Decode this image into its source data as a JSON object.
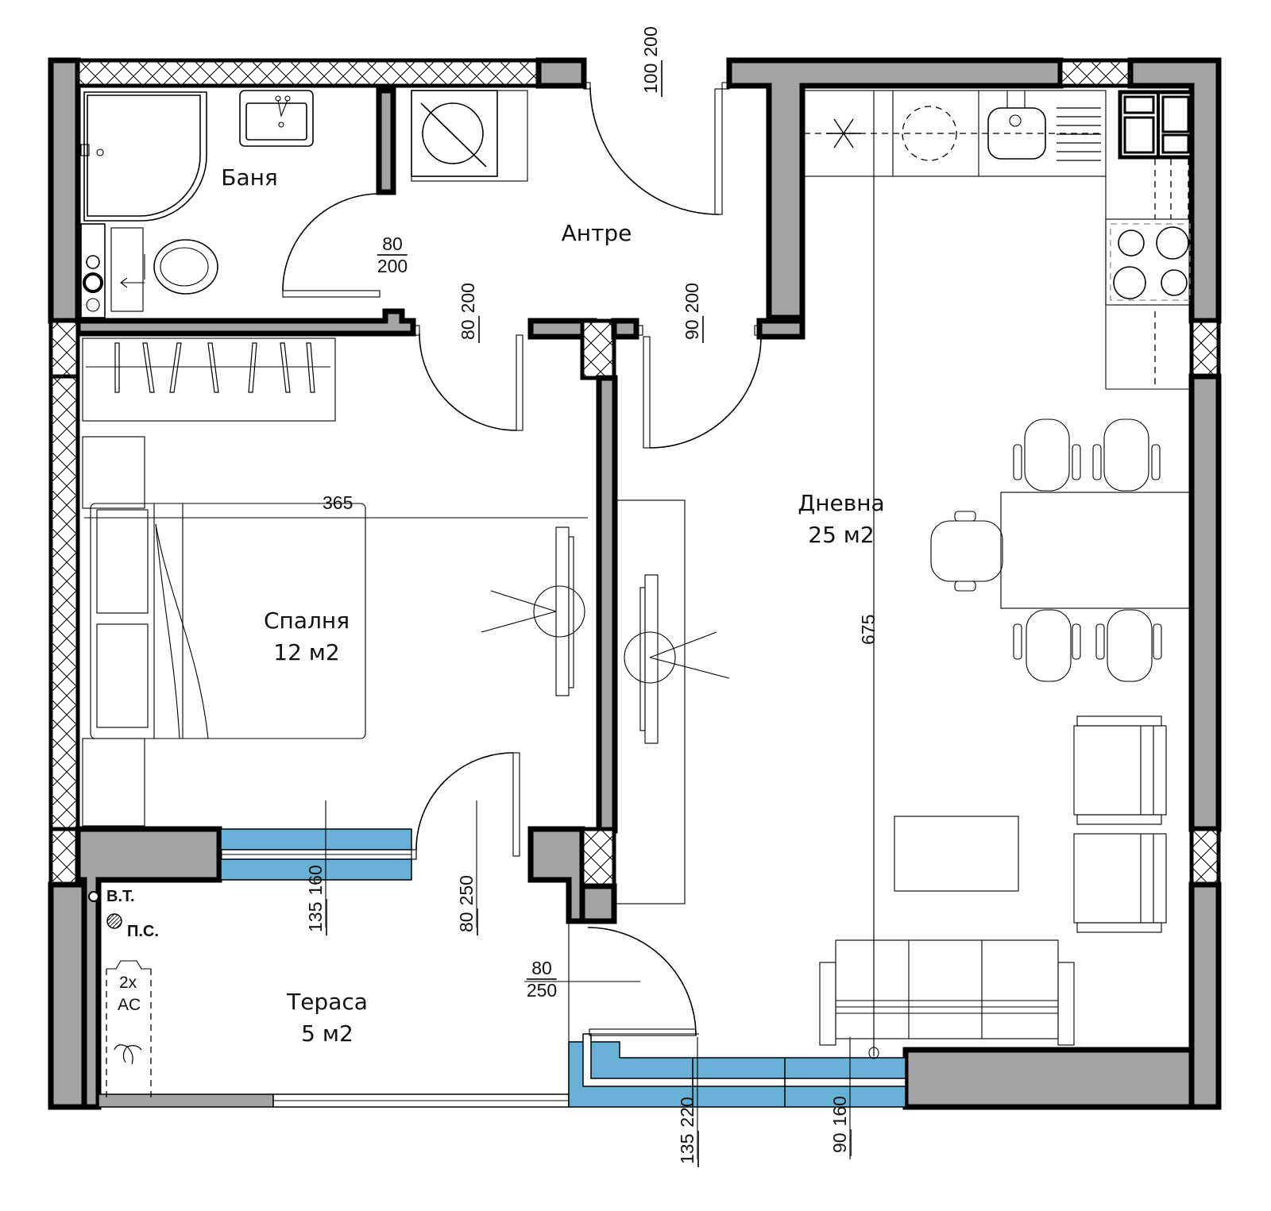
{
  "plan": {
    "rooms": [
      {
        "id": "bathroom",
        "name": "Баня",
        "area": ""
      },
      {
        "id": "hallway",
        "name": "Антре",
        "area": ""
      },
      {
        "id": "bedroom",
        "name": "Спалня",
        "area": "12 м2"
      },
      {
        "id": "living",
        "name": "Дневна",
        "area": "25 м2"
      },
      {
        "id": "terrace",
        "name": "Тераса",
        "area": "5 м2"
      }
    ],
    "doors": [
      {
        "id": "entrance-door",
        "width": "100",
        "height": "200"
      },
      {
        "id": "bathroom-door",
        "width": "80",
        "height": "200"
      },
      {
        "id": "bedroom-door",
        "width": "80",
        "height": "200"
      },
      {
        "id": "living-door",
        "width": "90",
        "height": "200"
      },
      {
        "id": "bedroom-terrace-door",
        "width": "80",
        "height": "250"
      },
      {
        "id": "living-terrace-door",
        "width": "80",
        "height": "250"
      }
    ],
    "windows": [
      {
        "id": "bedroom-window",
        "width": "135",
        "height": "160"
      },
      {
        "id": "living-window-1",
        "width": "135",
        "height": "220"
      },
      {
        "id": "living-window-2",
        "width": "90",
        "height": "160"
      }
    ],
    "dimensions": {
      "bedroom_width": "365",
      "living_length": "675"
    },
    "terrace_symbols": {
      "water_tap": "В.Т.",
      "floor_drain": "П.С.",
      "ac_units_top": "2x",
      "ac_units_bottom": "AC"
    },
    "colors": {
      "wall": "#a3a3a3",
      "glass": "#68b0d6",
      "line": "#000000"
    }
  }
}
